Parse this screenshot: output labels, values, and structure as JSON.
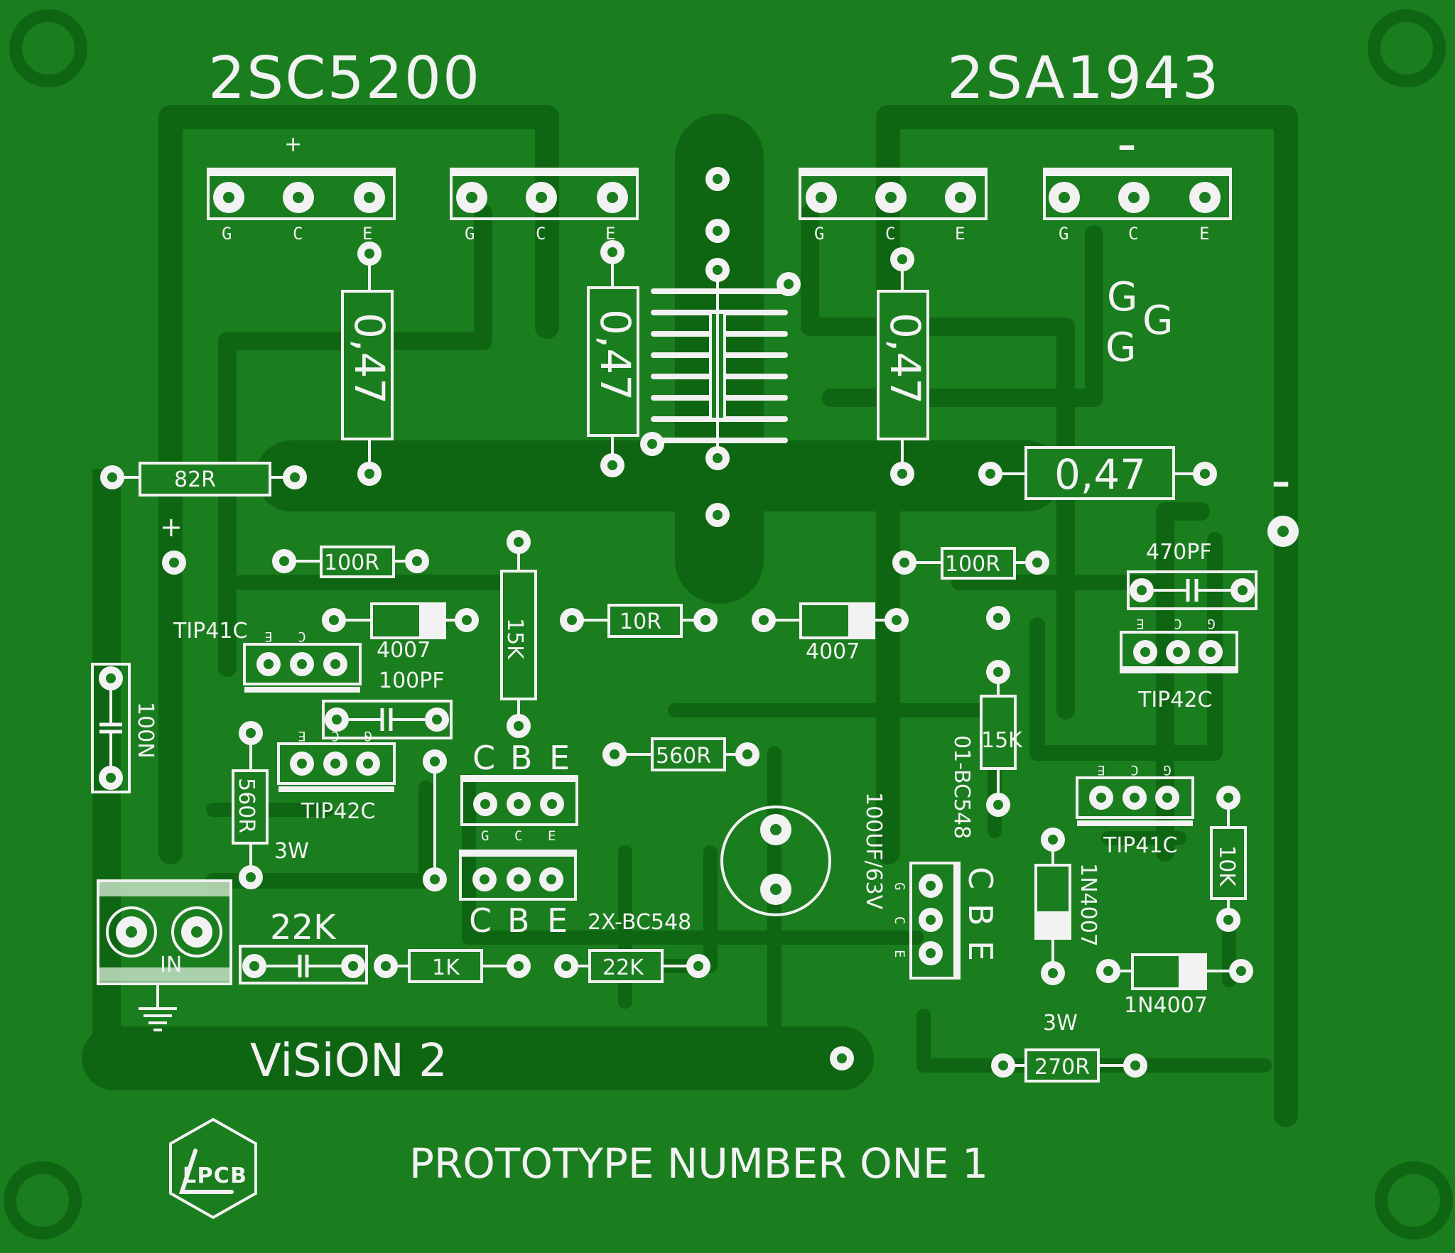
{
  "titles": {
    "npn": "2SC5200",
    "pnp": "2SA1943",
    "board": "ViSiON 2",
    "subtitle": "PROTOTYPE NUMBER ONE 1",
    "logo": "LPCB"
  },
  "pins": {
    "g": "G",
    "c": "C",
    "e": "E",
    "b": "B"
  },
  "symbols": {
    "plus": "+",
    "minus": "–"
  },
  "resistors": {
    "r047_a": "0,47",
    "r047_b": "0,47",
    "r047_c": "0,47",
    "r047_d": "0,47",
    "r82": "82R",
    "r100_a": "100R",
    "r100_b": "100R",
    "r10": "10R",
    "r15_a": "15K",
    "r15_b": "15K",
    "r560_a": "560R",
    "r560_b": "560R",
    "r22_a": "22K",
    "r22_b": "22K",
    "r1k": "1K",
    "r10k": "10K",
    "r270": "270R"
  },
  "capacitors": {
    "c470p": "470PF",
    "c100p": "100PF",
    "c100n": "100N",
    "c100u": "100UF/63V"
  },
  "diodes": {
    "d4007_a": "4007",
    "d4007_b": "4007",
    "d1n_a": "1N4007",
    "d1n_b": "1N4007"
  },
  "transistors": {
    "tip41_a": "TIP41C",
    "tip42_a": "TIP42C",
    "tip41_b": "TIP41C",
    "tip42_b": "TIP42C",
    "bc548_pair": "2X-BC548",
    "bc548_single": "01-BC548"
  },
  "misc": {
    "power_a": "3W",
    "power_b": "3W",
    "input": "IN"
  }
}
